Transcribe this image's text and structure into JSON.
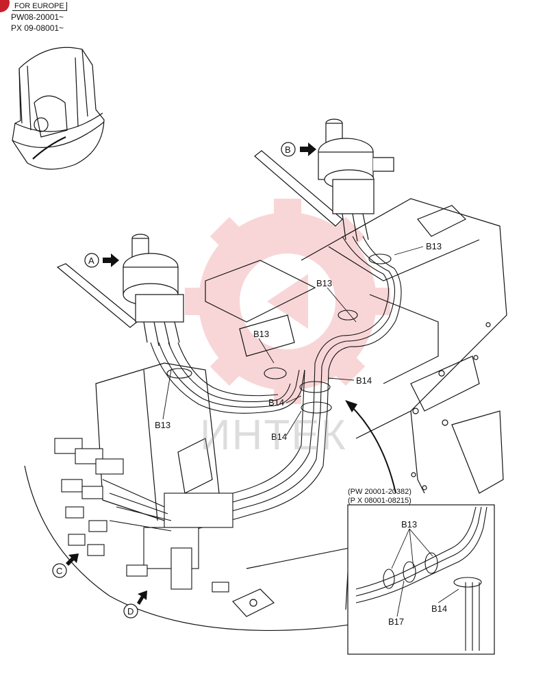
{
  "header": {
    "region": "FOR EUROPE",
    "serial_1": "PW08-20001~",
    "serial_2": "PX 09-08001~"
  },
  "views": {
    "a": "A",
    "b": "B",
    "c": "C",
    "d": "D"
  },
  "callouts": {
    "b13_top_right": "B13",
    "b13_center": "B13",
    "b13_mid": "B13",
    "b13_left": "B13",
    "b14_right": "B14",
    "b14_mid": "B14",
    "b14_lower": "B14"
  },
  "inset": {
    "serial_range_1": "(PW 20001-20382)",
    "serial_range_2": "(P X 08001-08215)",
    "b13": "B13",
    "b17": "B17",
    "b14": "B14"
  },
  "watermark": {
    "text": "ИНТЕК",
    "color": "#e0474c"
  },
  "colors": {
    "line": "#111111",
    "background": "#ffffff",
    "badge": "#c8202a"
  }
}
